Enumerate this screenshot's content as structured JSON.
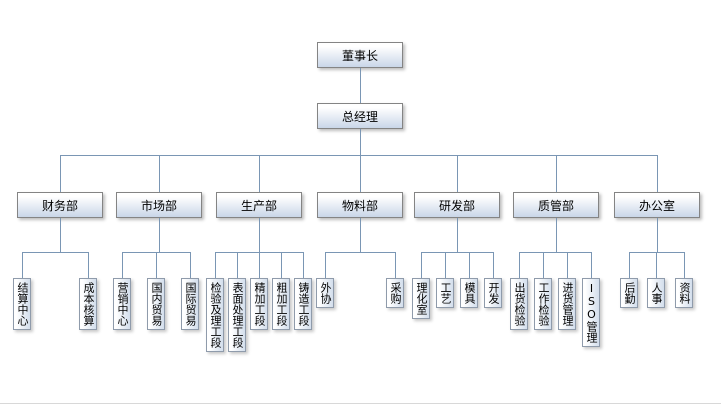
{
  "chart": {
    "type": "org-chart",
    "root": {
      "label": "董事长"
    },
    "level2": {
      "label": "总经理"
    },
    "departments": [
      {
        "label": "财务部",
        "children": [
          "结算中心",
          "成本核算"
        ]
      },
      {
        "label": "市场部",
        "children": [
          "营销中心",
          "国内贸易",
          "国际贸易"
        ]
      },
      {
        "label": "生产部",
        "children": [
          "检验及理工段",
          "表面处理工段",
          "精加工段",
          "粗加工段",
          "铸造工段"
        ]
      },
      {
        "label": "物料部",
        "children": [
          "外协",
          "采购"
        ]
      },
      {
        "label": "研发部",
        "children": [
          "理化室",
          "工艺",
          "模具",
          "开发"
        ]
      },
      {
        "label": "质管部",
        "children": [
          "出货检验",
          "工作检验",
          "进货管理",
          "ISO管理"
        ]
      },
      {
        "label": "办公室",
        "children": [
          "后勤",
          "人事",
          "资料"
        ]
      }
    ],
    "colors": {
      "connector_line": "#7a96b4",
      "box_border": "#848484",
      "box_fill_top": "#ffffff",
      "box_fill_bottom": "#c9d6e8"
    }
  }
}
